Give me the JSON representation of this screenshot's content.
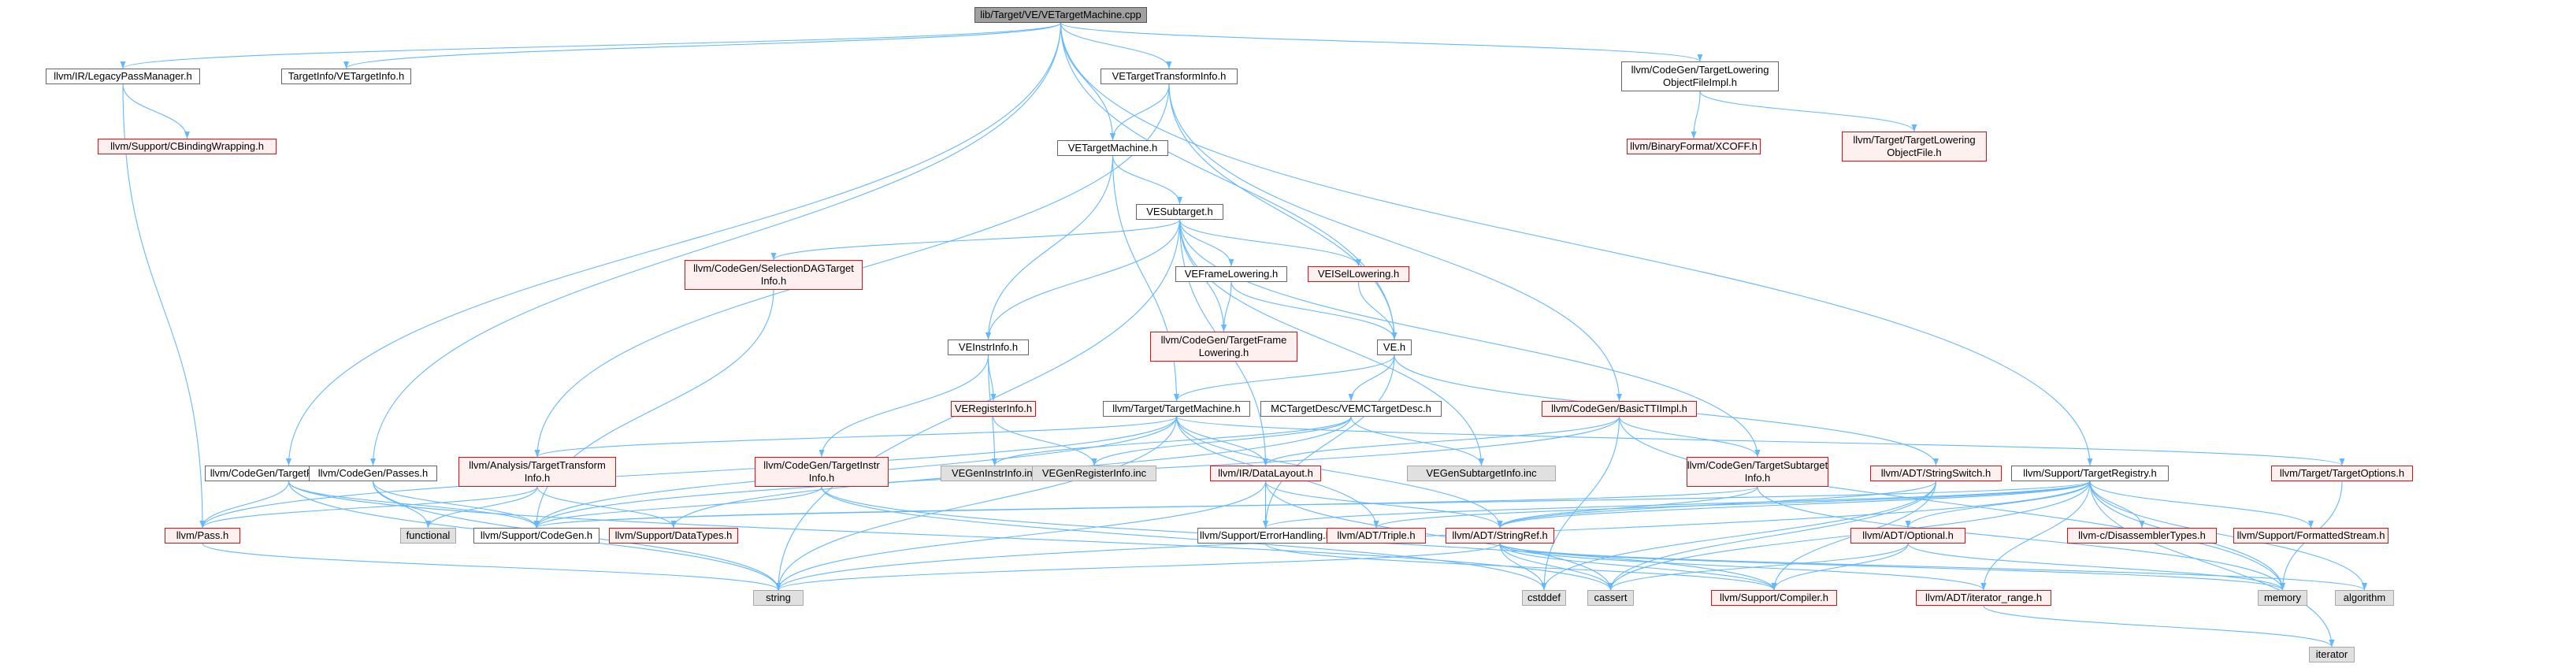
{
  "colors": {
    "edge": "#63b8ff",
    "arrowhead": "#63b8ff"
  },
  "graph": {
    "nodes": [
      {
        "id": "root",
        "label": "lib/Target/VE/VETargetMachine.cpp",
        "kind": "root"
      },
      {
        "id": "legacy",
        "label": "llvm/IR/LegacyPassManager.h",
        "kind": "local"
      },
      {
        "id": "tinfo",
        "label": "TargetInfo/VETargetInfo.h",
        "kind": "local"
      },
      {
        "id": "vetti",
        "label": "VETargetTransformInfo.h",
        "kind": "local"
      },
      {
        "id": "tlofimpl",
        "label": "llvm/CodeGen/TargetLowering\nObjectFileImpl.h",
        "kind": "local"
      },
      {
        "id": "cbind",
        "label": "llvm/Support/CBindingWrapping.h",
        "kind": "trunc"
      },
      {
        "id": "vetm",
        "label": "VETargetMachine.h",
        "kind": "local"
      },
      {
        "id": "xcoff",
        "label": "llvm/BinaryFormat/XCOFF.h",
        "kind": "trunc"
      },
      {
        "id": "tlof",
        "label": "llvm/Target/TargetLowering\nObjectFile.h",
        "kind": "trunc"
      },
      {
        "id": "vesub",
        "label": "VESubtarget.h",
        "kind": "local"
      },
      {
        "id": "seldag",
        "label": "llvm/CodeGen/SelectionDAGTarget\nInfo.h",
        "kind": "trunc"
      },
      {
        "id": "veframe",
        "label": "VEFrameLowering.h",
        "kind": "local"
      },
      {
        "id": "veisel",
        "label": "VEISelLowering.h",
        "kind": "trunc"
      },
      {
        "id": "veinstr",
        "label": "VEInstrInfo.h",
        "kind": "local"
      },
      {
        "id": "tfl",
        "label": "llvm/CodeGen/TargetFrame\nLowering.h",
        "kind": "trunc"
      },
      {
        "id": "veh",
        "label": "VE.h",
        "kind": "local"
      },
      {
        "id": "vereg",
        "label": "VERegisterInfo.h",
        "kind": "trunc"
      },
      {
        "id": "tmach",
        "label": "llvm/Target/TargetMachine.h",
        "kind": "local"
      },
      {
        "id": "mcdesc",
        "label": "MCTargetDesc/VEMCTargetDesc.h",
        "kind": "local"
      },
      {
        "id": "basictti",
        "label": "llvm/CodeGen/BasicTTIImpl.h",
        "kind": "trunc"
      },
      {
        "id": "tpc",
        "label": "llvm/CodeGen/TargetPassConfig.h",
        "kind": "local"
      },
      {
        "id": "passes",
        "label": "llvm/CodeGen/Passes.h",
        "kind": "local"
      },
      {
        "id": "atti",
        "label": "llvm/Analysis/TargetTransform\nInfo.h",
        "kind": "trunc"
      },
      {
        "id": "tii",
        "label": "llvm/CodeGen/TargetInstr\nInfo.h",
        "kind": "trunc"
      },
      {
        "id": "gii",
        "label": "VEGenInstrInfo.inc",
        "kind": "sys"
      },
      {
        "id": "gri",
        "label": "VEGenRegisterInfo.inc",
        "kind": "sys"
      },
      {
        "id": "dl",
        "label": "llvm/IR/DataLayout.h",
        "kind": "trunc"
      },
      {
        "id": "gsi",
        "label": "VEGenSubtargetInfo.inc",
        "kind": "sys"
      },
      {
        "id": "tsi",
        "label": "llvm/CodeGen/TargetSubtarget\nInfo.h",
        "kind": "trunc"
      },
      {
        "id": "sswitch",
        "label": "llvm/ADT/StringSwitch.h",
        "kind": "trunc"
      },
      {
        "id": "treg",
        "label": "llvm/Support/TargetRegistry.h",
        "kind": "local"
      },
      {
        "id": "topts",
        "label": "llvm/Target/TargetOptions.h",
        "kind": "trunc"
      },
      {
        "id": "pass",
        "label": "llvm/Pass.h",
        "kind": "trunc"
      },
      {
        "id": "functional",
        "label": "functional",
        "kind": "sys"
      },
      {
        "id": "codegen",
        "label": "llvm/Support/CodeGen.h",
        "kind": "local"
      },
      {
        "id": "dtypes",
        "label": "llvm/Support/DataTypes.h",
        "kind": "trunc"
      },
      {
        "id": "errh",
        "label": "llvm/Support/ErrorHandling.h",
        "kind": "local"
      },
      {
        "id": "triple",
        "label": "llvm/ADT/Triple.h",
        "kind": "trunc"
      },
      {
        "id": "sref",
        "label": "llvm/ADT/StringRef.h",
        "kind": "trunc"
      },
      {
        "id": "optional",
        "label": "llvm/ADT/Optional.h",
        "kind": "trunc"
      },
      {
        "id": "disasm",
        "label": "llvm-c/DisassemblerTypes.h",
        "kind": "trunc"
      },
      {
        "id": "fstream",
        "label": "llvm/Support/FormattedStream.h",
        "kind": "trunc"
      },
      {
        "id": "string",
        "label": "string",
        "kind": "sys"
      },
      {
        "id": "cstddef",
        "label": "cstddef",
        "kind": "sys"
      },
      {
        "id": "cassert",
        "label": "cassert",
        "kind": "sys"
      },
      {
        "id": "compiler",
        "label": "llvm/Support/Compiler.h",
        "kind": "trunc"
      },
      {
        "id": "iterrange",
        "label": "llvm/ADT/iterator_range.h",
        "kind": "trunc"
      },
      {
        "id": "memory",
        "label": "memory",
        "kind": "sys"
      },
      {
        "id": "algorithm",
        "label": "algorithm",
        "kind": "sys"
      },
      {
        "id": "iterator",
        "label": "iterator",
        "kind": "sys"
      }
    ],
    "edges": [
      [
        "root",
        "legacy"
      ],
      [
        "root",
        "tinfo"
      ],
      [
        "root",
        "vetti"
      ],
      [
        "root",
        "tlofimpl"
      ],
      [
        "root",
        "vetm"
      ],
      [
        "root",
        "veh"
      ],
      [
        "root",
        "tpc"
      ],
      [
        "root",
        "passes"
      ],
      [
        "root",
        "treg"
      ],
      [
        "legacy",
        "cbind"
      ],
      [
        "legacy",
        "pass"
      ],
      [
        "tlofimpl",
        "xcoff"
      ],
      [
        "tlofimpl",
        "tlof"
      ],
      [
        "vetti",
        "vetm"
      ],
      [
        "vetti",
        "atti"
      ],
      [
        "vetti",
        "basictti"
      ],
      [
        "vetti",
        "veh"
      ],
      [
        "vetm",
        "vesub"
      ],
      [
        "vetm",
        "veinstr"
      ],
      [
        "vetm",
        "tmach"
      ],
      [
        "vesub",
        "seldag"
      ],
      [
        "vesub",
        "veframe"
      ],
      [
        "vesub",
        "veisel"
      ],
      [
        "vesub",
        "veinstr"
      ],
      [
        "vesub",
        "tfl"
      ],
      [
        "vesub",
        "tsi"
      ],
      [
        "vesub",
        "gsi"
      ],
      [
        "vesub",
        "dl"
      ],
      [
        "vesub",
        "string"
      ],
      [
        "seldag",
        "codegen"
      ],
      [
        "veframe",
        "tfl"
      ],
      [
        "veframe",
        "veh"
      ],
      [
        "veisel",
        "veh"
      ],
      [
        "veinstr",
        "vereg"
      ],
      [
        "veinstr",
        "tii"
      ],
      [
        "veinstr",
        "gii"
      ],
      [
        "vereg",
        "gri"
      ],
      [
        "veh",
        "mcdesc"
      ],
      [
        "veh",
        "tmach"
      ],
      [
        "veh",
        "sswitch"
      ],
      [
        "veh",
        "errh"
      ],
      [
        "mcdesc",
        "gii"
      ],
      [
        "mcdesc",
        "gri"
      ],
      [
        "mcdesc",
        "gsi"
      ],
      [
        "mcdesc",
        "dtypes"
      ],
      [
        "tmach",
        "atti"
      ],
      [
        "tmach",
        "dl"
      ],
      [
        "tmach",
        "triple"
      ],
      [
        "tmach",
        "topts"
      ],
      [
        "tmach",
        "codegen"
      ],
      [
        "tmach",
        "sref"
      ],
      [
        "tmach",
        "string"
      ],
      [
        "tmach",
        "pass"
      ],
      [
        "basictti",
        "dl"
      ],
      [
        "basictti",
        "tsi"
      ],
      [
        "basictti",
        "codegen"
      ],
      [
        "basictti",
        "cstddef"
      ],
      [
        "basictti",
        "memory"
      ],
      [
        "tpc",
        "pass"
      ],
      [
        "tpc",
        "codegen"
      ],
      [
        "tpc",
        "cassert"
      ],
      [
        "tpc",
        "string"
      ],
      [
        "passes",
        "functional"
      ],
      [
        "passes",
        "codegen"
      ],
      [
        "passes",
        "string"
      ],
      [
        "atti",
        "pass"
      ],
      [
        "atti",
        "dtypes"
      ],
      [
        "atti",
        "functional"
      ],
      [
        "tii",
        "codegen"
      ],
      [
        "tii",
        "cstddef"
      ],
      [
        "tii",
        "compiler"
      ],
      [
        "dl",
        "sref"
      ],
      [
        "dl",
        "errh"
      ],
      [
        "dl",
        "string"
      ],
      [
        "dl",
        "cassert"
      ],
      [
        "tsi",
        "codegen"
      ],
      [
        "tsi",
        "sref"
      ],
      [
        "tsi",
        "memory"
      ],
      [
        "sswitch",
        "sref"
      ],
      [
        "sswitch",
        "compiler"
      ],
      [
        "sswitch",
        "cassert"
      ],
      [
        "sswitch",
        "cstddef"
      ],
      [
        "treg",
        "triple"
      ],
      [
        "treg",
        "sref"
      ],
      [
        "treg",
        "optional"
      ],
      [
        "treg",
        "codegen"
      ],
      [
        "treg",
        "errh"
      ],
      [
        "treg",
        "disasm"
      ],
      [
        "treg",
        "fstream"
      ],
      [
        "treg",
        "iterrange"
      ],
      [
        "treg",
        "string"
      ],
      [
        "treg",
        "cassert"
      ],
      [
        "treg",
        "memory"
      ],
      [
        "treg",
        "algorithm"
      ],
      [
        "treg",
        "iterator"
      ],
      [
        "topts",
        "memory"
      ],
      [
        "optional",
        "compiler"
      ],
      [
        "optional",
        "cassert"
      ],
      [
        "optional",
        "memory"
      ],
      [
        "sref",
        "string"
      ],
      [
        "sref",
        "cstddef"
      ],
      [
        "sref",
        "cassert"
      ],
      [
        "sref",
        "compiler"
      ],
      [
        "sref",
        "iterrange"
      ],
      [
        "sref",
        "algorithm"
      ],
      [
        "sref",
        "memory"
      ],
      [
        "iterrange",
        "iterator"
      ],
      [
        "pass",
        "string"
      ],
      [
        "errh",
        "compiler"
      ]
    ]
  }
}
